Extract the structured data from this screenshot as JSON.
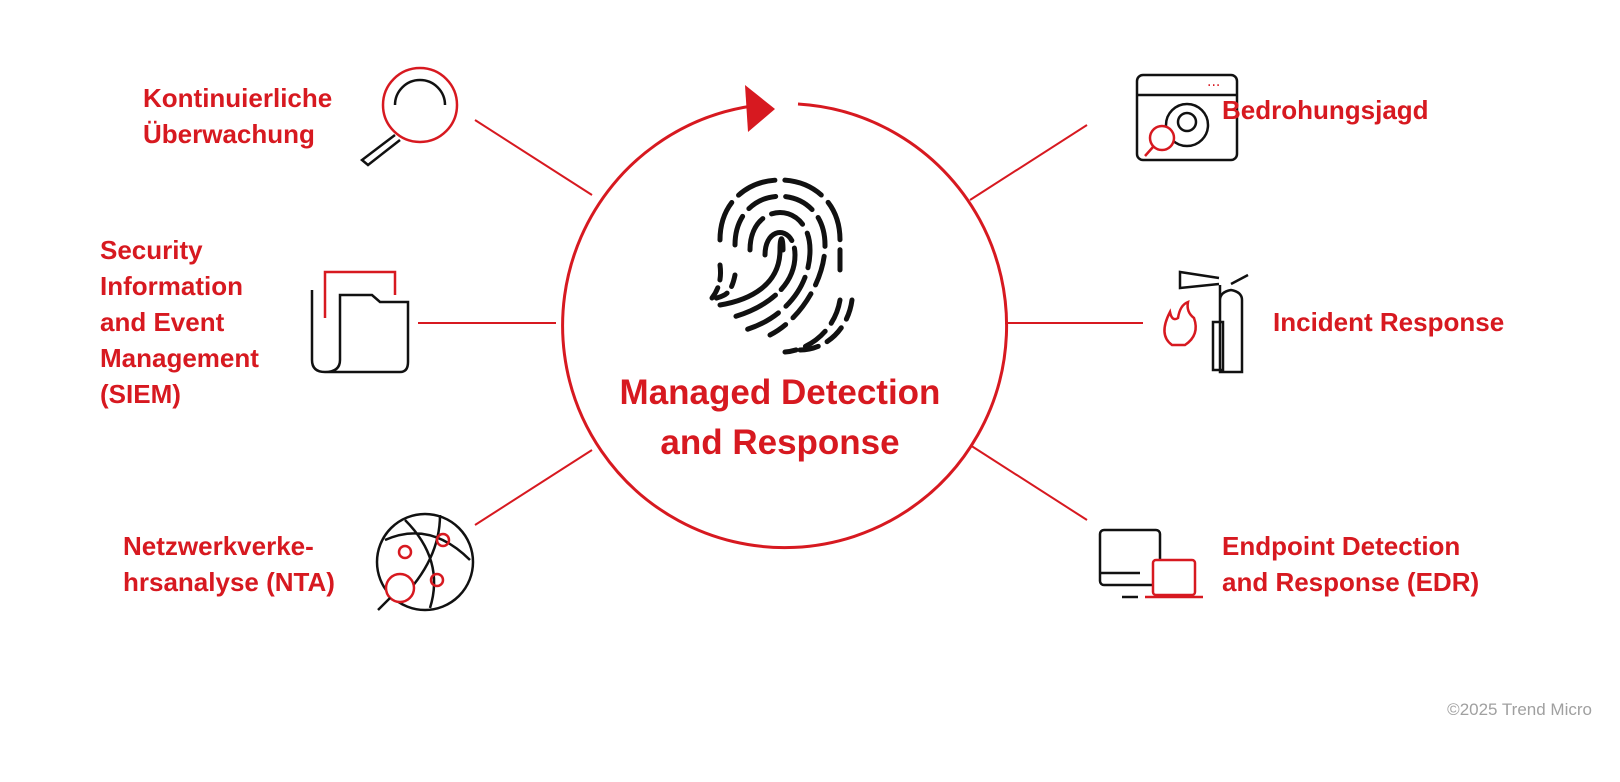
{
  "center": {
    "title_line1": "Managed Detection",
    "title_line2": "and Response",
    "icon": "fingerprint-icon"
  },
  "nodes": [
    {
      "id": "monitoring",
      "lines": [
        "Kontinuierliche",
        "Überwachung"
      ],
      "icon": "magnifier-icon"
    },
    {
      "id": "siem",
      "lines": [
        "Security",
        "Information",
        "and Event",
        "Management",
        "(SIEM)"
      ],
      "icon": "folder-icon"
    },
    {
      "id": "nta",
      "lines": [
        "Netzwerkverke-",
        "hrsanalyse (NTA)"
      ],
      "icon": "network-globe-icon"
    },
    {
      "id": "threat-hunting",
      "lines": [
        "Bedrohungsjagd"
      ],
      "icon": "biohazard-browser-icon"
    },
    {
      "id": "incident-response",
      "lines": [
        "Incident Response"
      ],
      "icon": "fire-extinguisher-icon"
    },
    {
      "id": "edr",
      "lines": [
        "Endpoint Detection",
        "and Response (EDR)"
      ],
      "icon": "devices-icon"
    }
  ],
  "footer": {
    "copyright": "©2025 Trend Micro"
  },
  "colors": {
    "accent": "#d71920",
    "icon": "#1a1a1a",
    "muted": "#a0a0a0"
  }
}
